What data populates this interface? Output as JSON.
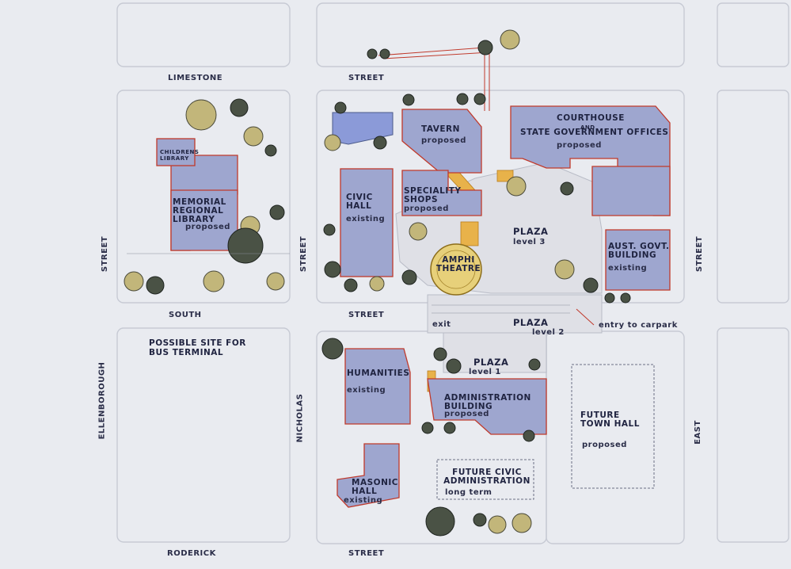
{
  "colors": {
    "background": "#e9ebf0",
    "block_outline": "#c7cad4",
    "building_fill": "#9ea6cf",
    "building_edge": "#c0392b",
    "plaza_fill": "#dcdde3",
    "walkway_yellow": "#e8b24a",
    "amphi_fill": "#e7d07a",
    "tree_dark": "#4a5245",
    "tree_light": "#c2b67a"
  },
  "streets": {
    "limestone": "LIMESTONE",
    "street_top": "STREET",
    "south": "SOUTH",
    "street_mid": "STREET",
    "roderick": "RODERICK",
    "street_bottom": "STREET",
    "street_left": "STREET",
    "ellenborough": "ELLENBOROUGH",
    "street_center": "STREET",
    "nicholas": "NICHOLAS",
    "street_right": "STREET",
    "east": "EAST"
  },
  "buildings": {
    "children_library": "CHILDRENS LIBRARY",
    "memorial_library": "MEMORIAL REGIONAL LIBRARY",
    "memorial_status": "proposed",
    "tavern": "TAVERN",
    "tavern_status": "proposed",
    "civic_hall": "CIVIC HALL",
    "civic_status": "existing",
    "speciality": "SPECIALITY SHOPS",
    "speciality_status": "proposed",
    "courthouse_1": "COURTHOUSE",
    "courthouse_2": "AND",
    "courthouse_3": "STATE GOVERNMENT OFFICES",
    "courthouse_status": "proposed",
    "aust_govt": "AUST. GOVT. BUILDING",
    "aust_status": "existing",
    "amphi": "AMPHI THEATRE",
    "humanities": "HUMANITIES",
    "humanities_status": "existing",
    "admin": "ADMINISTRATION BUILDING",
    "admin_status": "proposed",
    "masonic": "MASONIC HALL",
    "masonic_status": "existing",
    "future_town_hall": "FUTURE TOWN HALL",
    "future_town_status": "proposed",
    "future_civic": "FUTURE CIVIC ADMINISTRATION",
    "future_civic_status": "long term"
  },
  "plazas": {
    "plaza_upper": "PLAZA",
    "plaza_upper_level": "level 3",
    "plaza_mid": "PLAZA",
    "plaza_mid_level": "level 2",
    "plaza_lower": "PLAZA",
    "plaza_lower_level": "level 1"
  },
  "notes": {
    "bus_1": "POSSIBLE SITE FOR",
    "bus_2": "BUS TERMINAL",
    "exit": "exit",
    "carpark": "entry to carpark"
  }
}
